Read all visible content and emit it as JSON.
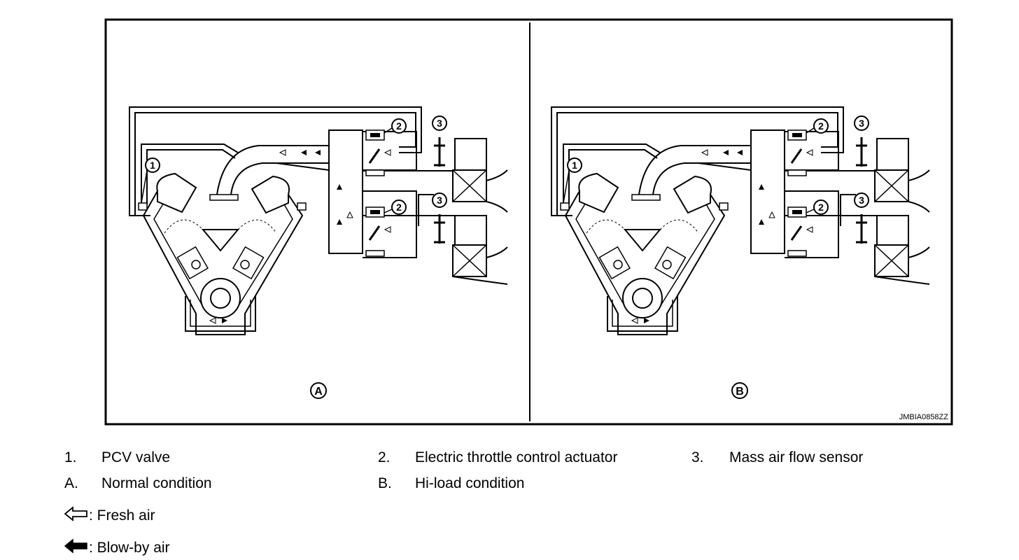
{
  "figure": {
    "panel_a_label": "A",
    "panel_b_label": "B",
    "callouts": [
      "1",
      "2",
      "3"
    ],
    "code": "JMBIA0858ZZ"
  },
  "legend": {
    "items": [
      {
        "num": "1.",
        "text": "PCV valve"
      },
      {
        "num": "2.",
        "text": "Electric throttle control actuator"
      },
      {
        "num": "3.",
        "text": "Mass air flow sensor"
      },
      {
        "num": "A.",
        "text": "Normal condition"
      },
      {
        "num": "B.",
        "text": "Hi-load condition"
      }
    ],
    "fresh_air": ": Fresh air",
    "blowby_air": ": Blow-by air",
    "fresh_air_icon": "hollow-arrow-left-icon",
    "blowby_air_icon": "solid-arrow-left-icon"
  }
}
